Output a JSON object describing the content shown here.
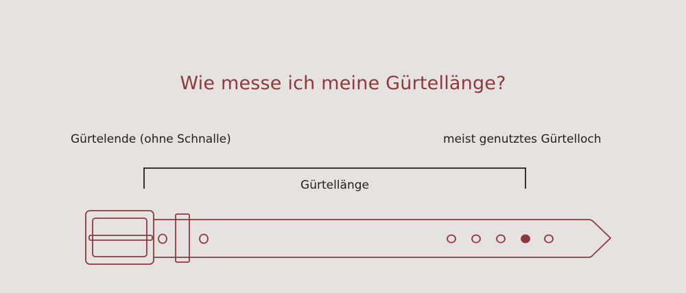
{
  "title": "Wie messe ich meine Gürtellänge?",
  "labels": {
    "belt_end": "Gürtelende (ohne Schnalle)",
    "most_used_hole": "meist genutztes Gürtelloch",
    "belt_length": "Gürtellänge"
  },
  "colors": {
    "background": "#e6e2df",
    "accent": "#8c3a3d",
    "text": "#1f1f1f",
    "active_hole_fill": "#8c3a3d"
  },
  "icons": [
    "belt-buckle-icon",
    "belt-loop-icon",
    "belt-hole-icon"
  ]
}
